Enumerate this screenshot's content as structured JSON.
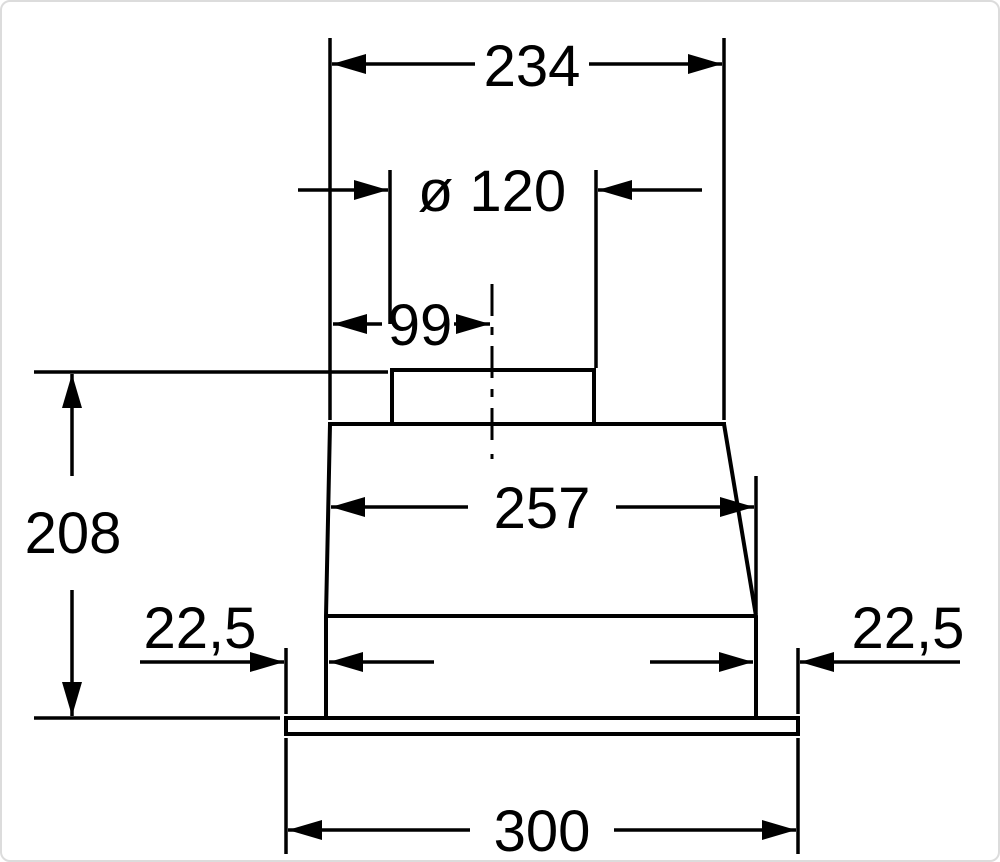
{
  "drawing": {
    "background": "#ffffff",
    "line_color": "#000000",
    "dimensions": {
      "top_width": "234",
      "duct_diameter": "ø 120",
      "duct_center_offset": "99",
      "overall_height": "208",
      "body_width": "257",
      "flange_overhang_left": "22,5",
      "flange_overhang_right": "22,5",
      "overall_width": "300"
    }
  }
}
